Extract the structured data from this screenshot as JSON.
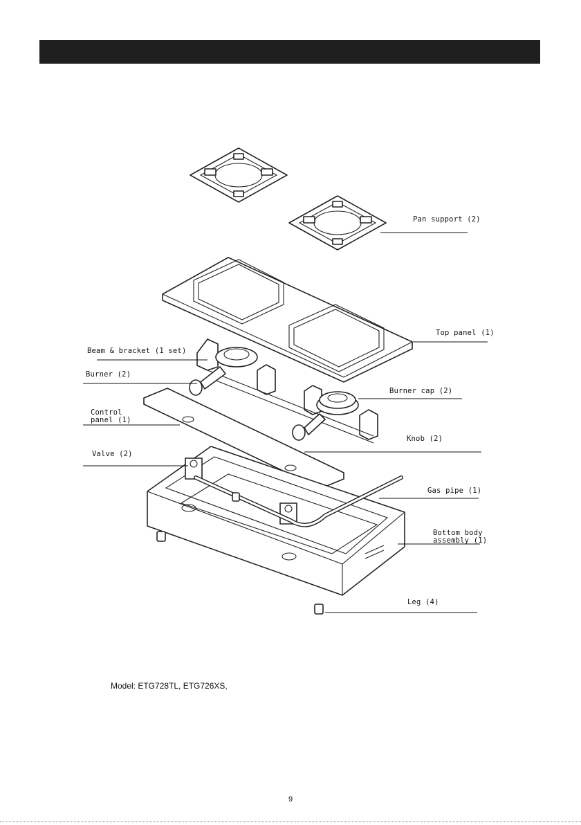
{
  "labels": {
    "pan_support": "Pan support (2)",
    "top_panel": "Top panel (1)",
    "beam_bracket": "Beam & bracket (1 set)",
    "burner": "Burner (2)",
    "burner_cap": "Burner cap (2)",
    "control_panel_1": "Control",
    "control_panel_2": "panel (1)",
    "knob": "Knob (2)",
    "valve": "Valve (2)",
    "gas_pipe": "Gas pipe (1)",
    "bottom_body_1": "Bottom body",
    "bottom_body_2": "assembly (1)",
    "leg": "Leg (4)"
  },
  "model_text": "Model: ETG728TL, ETG726XS,",
  "page_number": "9"
}
